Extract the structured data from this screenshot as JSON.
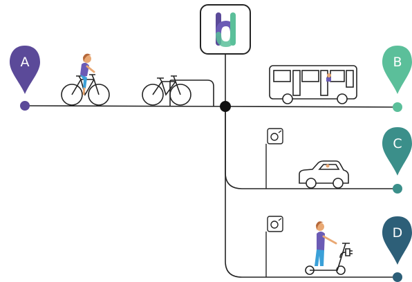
{
  "hub": {
    "icon": "hub-logo-icon"
  },
  "pins": [
    {
      "id": "A",
      "label": "A",
      "color": "#5b4a99"
    },
    {
      "id": "B",
      "label": "B",
      "color": "#5bbf9a"
    },
    {
      "id": "C",
      "label": "C",
      "color": "#3b8f8a"
    },
    {
      "id": "D",
      "label": "D",
      "color": "#2d5f78"
    }
  ],
  "colors": {
    "line": "#222222",
    "hub_purple": "#5b4a99",
    "hub_green": "#5bbf9a",
    "skin": "#e9a873",
    "hair": "#b5683a",
    "shirt": "#6b5bb5",
    "pants": "#3aa0d8"
  },
  "icons": [
    "cyclist-icon",
    "bicycle-rack-icon",
    "bus-icon",
    "charging-station-icon",
    "car-icon",
    "scooter-rider-icon"
  ]
}
